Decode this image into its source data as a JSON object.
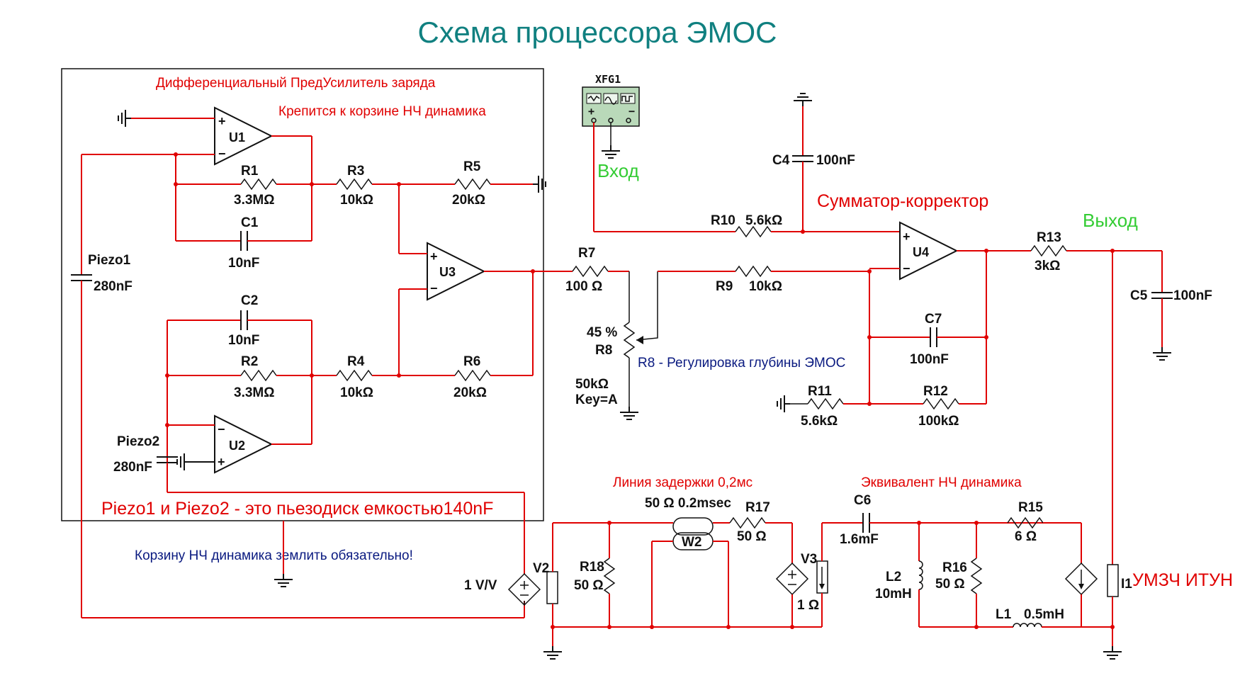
{
  "title": "Схема процессора ЭМОС",
  "notes": {
    "preamp": "Дифференциальный ПредУсилитель заряда",
    "mount": "Крепится к корзине НЧ динамика",
    "piezo": "Piezo1 и Piezo2 - это пьезодиск емкостью140nF",
    "ground": "Корзину НЧ динамика землить обязательно!",
    "r8_desc": "R8 - Регулировка глубины ЭМОС",
    "summator": "Сумматор-корректор",
    "delay": "Линия задержки 0,2мс",
    "speaker": "Эквивалент НЧ динамика",
    "amp": "УМЗЧ ИТУН",
    "input": "Вход",
    "output": "Выход"
  },
  "components": {
    "xfg1": {
      "name": "XFG1",
      "plus": "+",
      "minus": "−"
    },
    "u1": {
      "name": "U1"
    },
    "u2": {
      "name": "U2"
    },
    "u3": {
      "name": "U3"
    },
    "u4": {
      "name": "U4"
    },
    "opamp_plus": "+",
    "opamp_minus": "−",
    "r1": {
      "name": "R1",
      "value": "3.3MΩ"
    },
    "r2": {
      "name": "R2",
      "value": "3.3MΩ"
    },
    "r3": {
      "name": "R3",
      "value": "10kΩ"
    },
    "r4": {
      "name": "R4",
      "value": "10kΩ"
    },
    "r5": {
      "name": "R5",
      "value": "20kΩ"
    },
    "r6": {
      "name": "R6",
      "value": "20kΩ"
    },
    "r7": {
      "name": "R7",
      "value": "100 Ω"
    },
    "r8": {
      "name": "R8",
      "percent": "45 %",
      "value": "50kΩ",
      "key": "Key=A"
    },
    "r9": {
      "name": "R9",
      "value": "10kΩ"
    },
    "r10": {
      "name": "R10",
      "value": "5.6kΩ"
    },
    "r11": {
      "name": "R11",
      "value": "5.6kΩ"
    },
    "r12": {
      "name": "R12",
      "value": "100kΩ"
    },
    "r13": {
      "name": "R13",
      "value": "3kΩ"
    },
    "r15": {
      "name": "R15",
      "value": "6 Ω"
    },
    "r16": {
      "name": "R16",
      "value": "50 Ω"
    },
    "r17": {
      "name": "R17",
      "value": "50 Ω"
    },
    "r18": {
      "name": "R18",
      "value": "50 Ω"
    },
    "c1": {
      "name": "C1",
      "value": "10nF"
    },
    "c2": {
      "name": "C2",
      "value": "10nF"
    },
    "c4": {
      "name": "C4",
      "value": "100nF"
    },
    "c5": {
      "name": "C5",
      "value": "100nF"
    },
    "c6": {
      "name": "C6",
      "value": "1.6mF"
    },
    "c7": {
      "name": "C7",
      "value": "100nF"
    },
    "piezo1": {
      "name": "Piezo1",
      "value": "280nF"
    },
    "piezo2": {
      "name": "Piezo2",
      "value": "280nF"
    },
    "w2": {
      "name": "W2",
      "spec": "50 Ω 0.2msec"
    },
    "v2": {
      "name": "V2",
      "gain": "1 V/V"
    },
    "v3": {
      "name": "V3",
      "value": "1 Ω"
    },
    "i1": {
      "name": "I1"
    },
    "l1": {
      "name": "L1",
      "value": "0.5mH"
    },
    "l2": {
      "name": "L2",
      "value": "10mH"
    }
  }
}
